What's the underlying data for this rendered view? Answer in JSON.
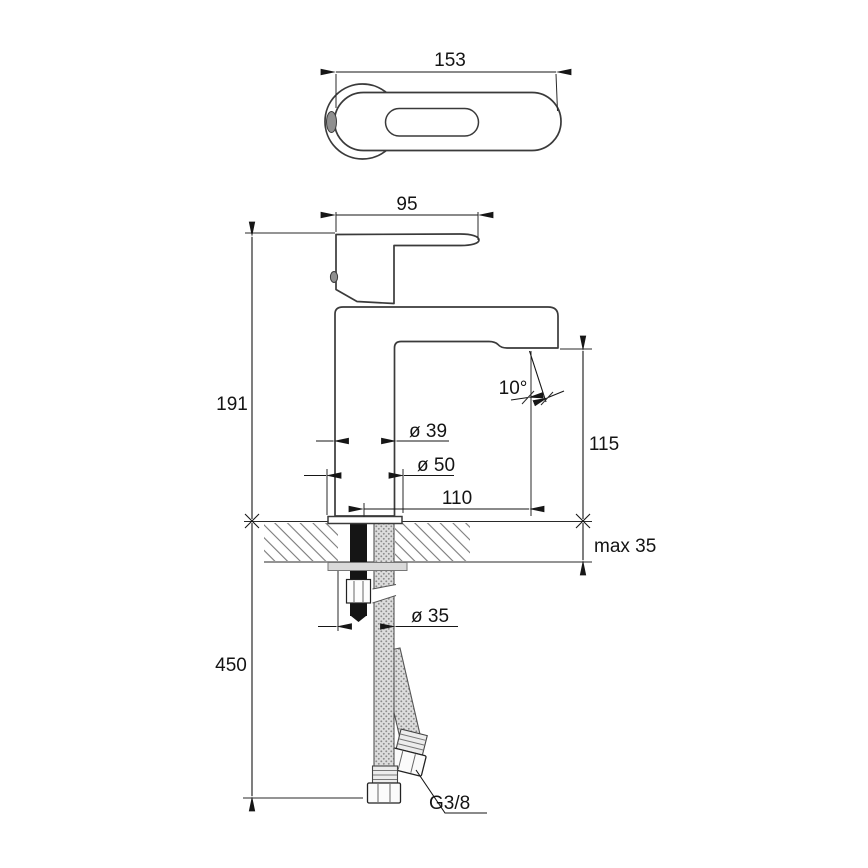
{
  "dims": {
    "handle_top_length": "153",
    "handle_side_length": "95",
    "total_height": "191",
    "spout_height": "115",
    "stream_angle": "10°",
    "body_diameter": "ø 39",
    "base_diameter": "ø 50",
    "spout_reach": "110",
    "deck_max_thickness": "max 35",
    "hose_length": "450",
    "hole_diameter": "ø 35",
    "hose_thread": "G3/8"
  }
}
